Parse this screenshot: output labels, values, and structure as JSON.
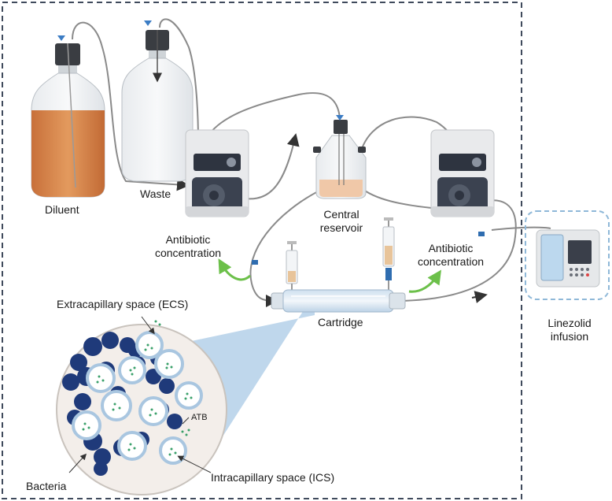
{
  "labels": {
    "diluent": "Diluent",
    "waste": "Waste",
    "central_reservoir_line1": "Central",
    "central_reservoir_line2": "reservoir",
    "antibiotic_left_line1": "Antibiotic",
    "antibiotic_left_line2": "concentration",
    "antibiotic_right_line1": "Antibiotic",
    "antibiotic_right_line2": "concentration",
    "cartridge": "Cartridge",
    "ecs": "Extracapillary space (ECS)",
    "ics": "Intracapillary space (ICS)",
    "bacteria": "Bacteria",
    "atb": "ATB",
    "linezolid_line1": "Linezolid",
    "linezolid_line2": "infusion"
  },
  "colors": {
    "frame_dash": "#3f4a5c",
    "infusion_dash": "#8fb8d8",
    "tubing": "#7a7a7a",
    "arrow_green": "#6cc04a",
    "diluent_liquid": "#d9834a",
    "bacteria": "#1f3a7a",
    "capillary_fill": "#ffffff",
    "capillary_ring": "#a9c6e0",
    "particles": "#3aa06a",
    "zoom_cone": "#a9c9e6",
    "pump_body": "#e9eaec",
    "pump_head": "#2e3440",
    "clamp_blue": "#2f6db0"
  },
  "icons": [
    "diluent-bottle-icon",
    "waste-bottle-icon",
    "peristaltic-pump-icon",
    "reservoir-flask-icon",
    "syringe-icon",
    "cartridge-icon",
    "infusion-pump-icon",
    "bacteria-icon"
  ]
}
